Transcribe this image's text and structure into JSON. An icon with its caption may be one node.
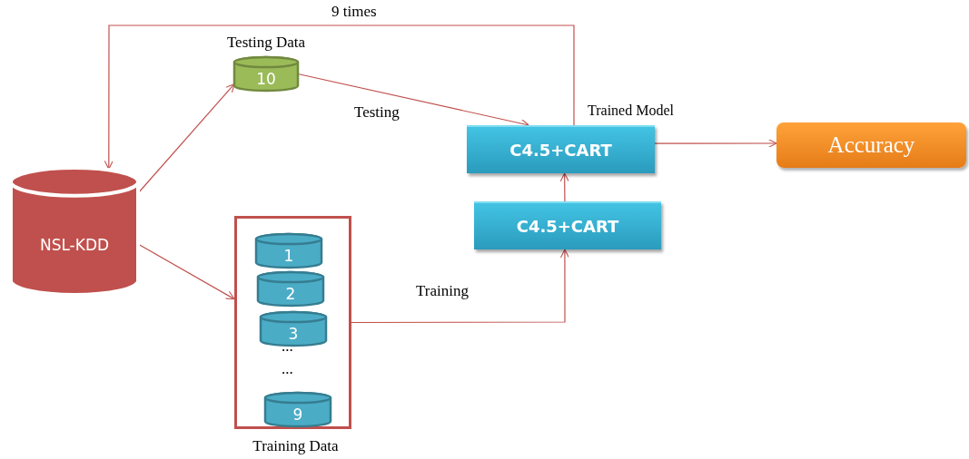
{
  "diagram": {
    "nodes": [
      {
        "text": [
          "NSL-KDD"
        ]
      },
      {
        "text": [
          "Testing Data",
          "10"
        ]
      },
      {
        "text": [
          "Training Data"
        ]
      },
      {
        "text": [
          "1"
        ],
        "in": 2
      },
      {
        "text": [
          "2"
        ],
        "in": 2
      },
      {
        "text": [
          "3"
        ],
        "in": 2
      },
      {
        "text": [
          "9"
        ],
        "in": 2
      },
      {
        "text": [
          "C4.5+CART"
        ]
      },
      {
        "text": [
          "C4.5+CART"
        ],
        "beside": [
          "Trained Model"
        ]
      },
      {
        "text": [
          "Accuracy"
        ]
      }
    ],
    "edges": [
      {
        "from": 0,
        "to": 1,
        "arrow": "to"
      },
      {
        "from": 0,
        "to": 2,
        "arrow": "to"
      },
      {
        "from": 1,
        "to": 8,
        "arrow": "to",
        "label": "Testing"
      },
      {
        "from": 2,
        "to": 7,
        "arrow": "to",
        "label": "Training"
      },
      {
        "from": 7,
        "to": 8,
        "arrow": "to"
      },
      {
        "from": 8,
        "to": 9,
        "arrow": "to"
      },
      {
        "from": 8,
        "to": 0,
        "arrow": "to",
        "label": "9 times"
      }
    ],
    "labels": [
      "...",
      "..."
    ]
  }
}
